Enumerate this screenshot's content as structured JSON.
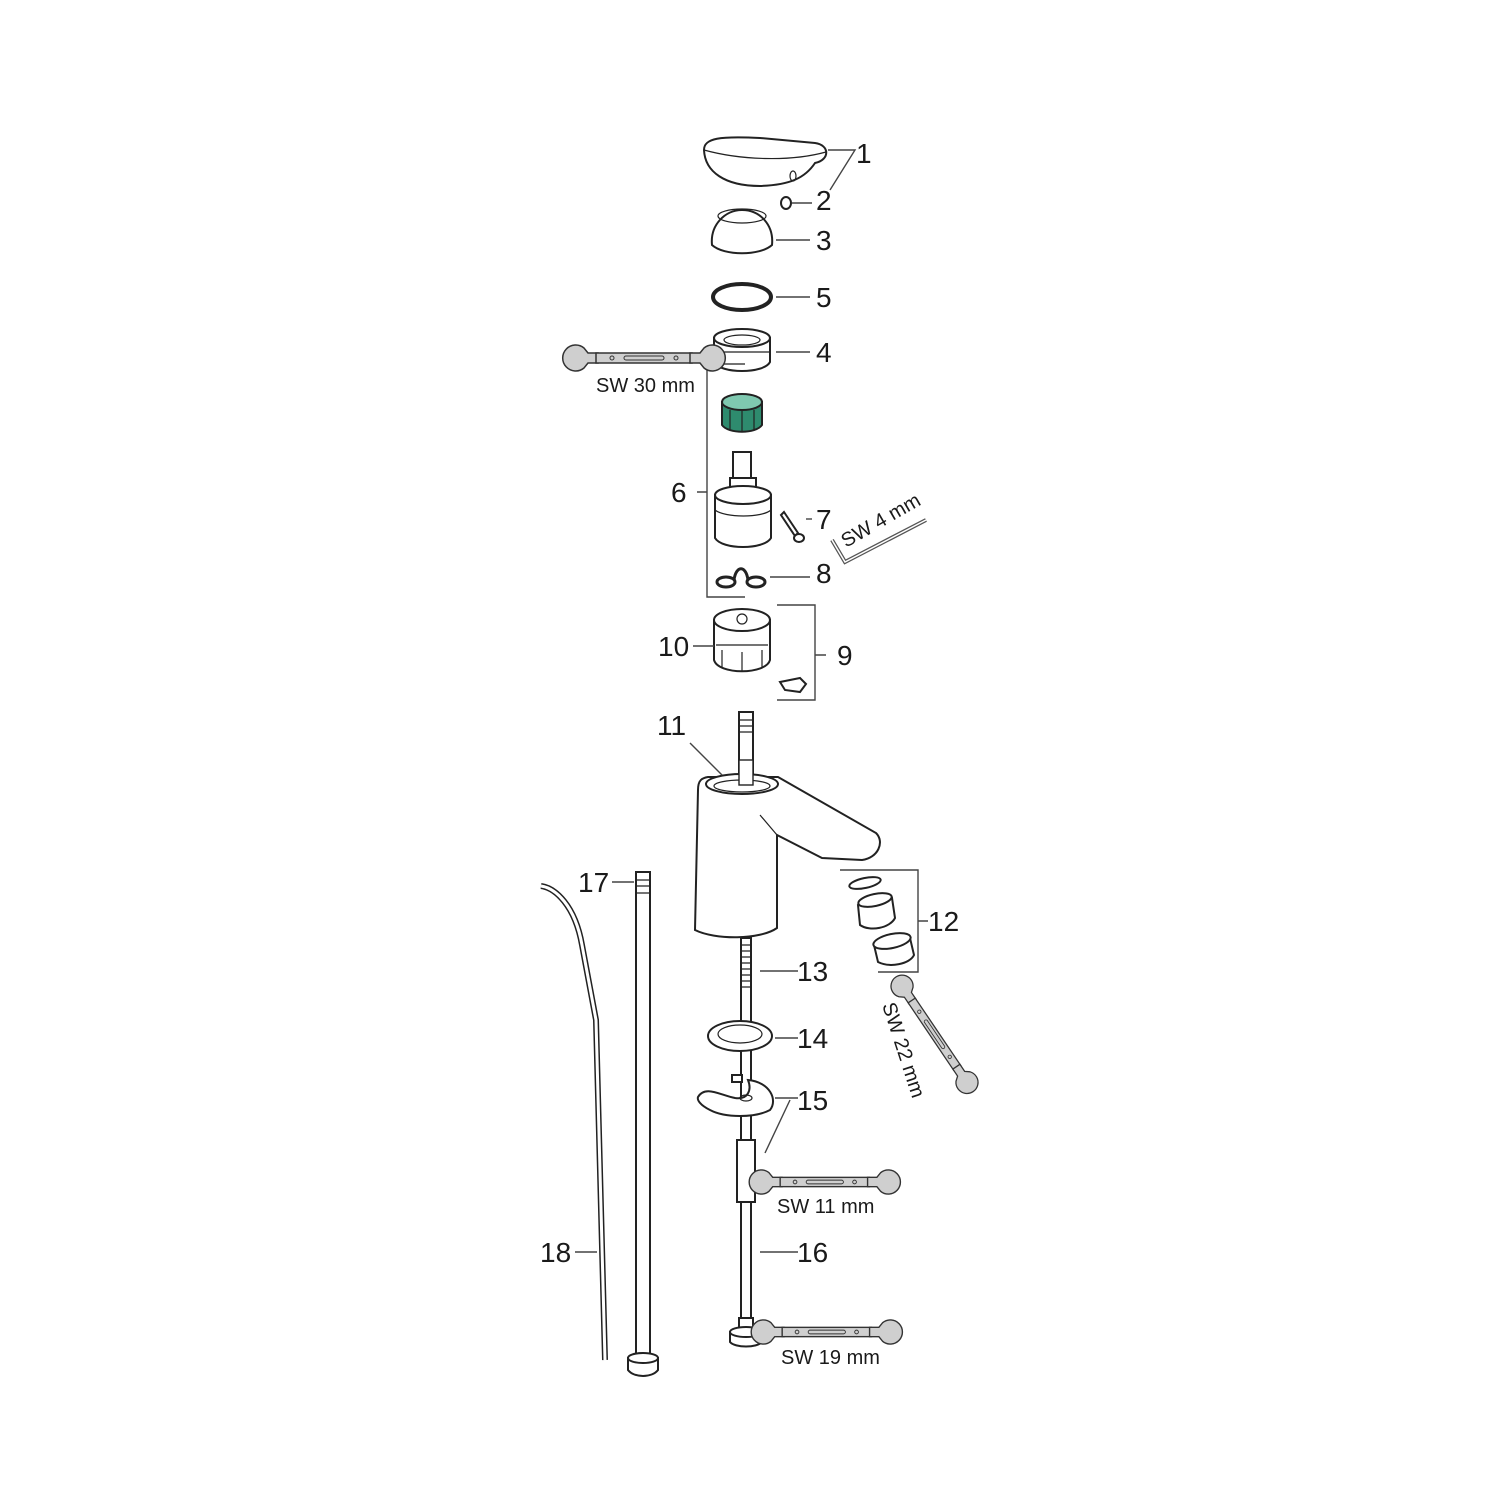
{
  "diagram": {
    "type": "exploded-parts-view",
    "accent_color": "#2e8b6e",
    "part_numbers": [
      "1",
      "2",
      "3",
      "4",
      "5",
      "6",
      "7",
      "8",
      "9",
      "10",
      "11",
      "12",
      "13",
      "14",
      "15",
      "16",
      "17",
      "18"
    ],
    "tool_labels": {
      "sw30": "SW 30 mm",
      "sw4": "SW 4 mm",
      "sw22": "SW 22 mm",
      "sw11": "SW 11 mm",
      "sw19": "SW 19 mm"
    }
  }
}
